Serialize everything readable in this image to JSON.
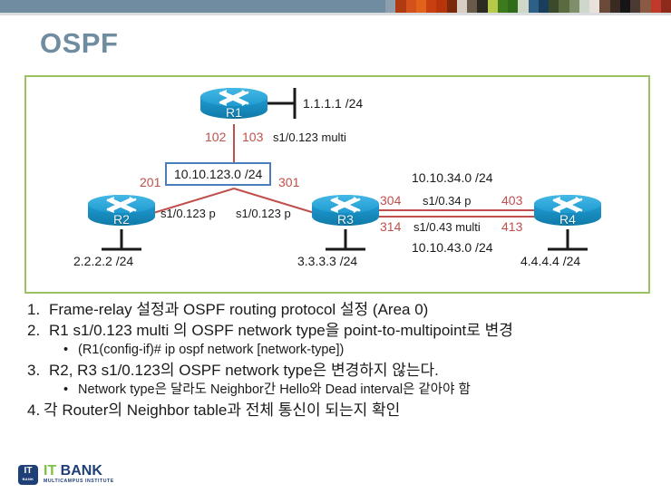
{
  "banner": {
    "bar_color": "#6f8ca1",
    "strip_colors": [
      "#8d9fae",
      "#b03a12",
      "#d3511a",
      "#e2621b",
      "#c8400f",
      "#b8350c",
      "#7a2a0a",
      "#d8cfc4",
      "#6a5a4a",
      "#2b2b22",
      "#b8c94a",
      "#3d7a1e",
      "#2f6b18",
      "#cfd8c8",
      "#2e5f86",
      "#1a3f5c",
      "#3a4a2a",
      "#5a6b42",
      "#7f8f6a",
      "#cfd6cc",
      "#e8e2da",
      "#6b4a3a",
      "#3a2a22",
      "#151515",
      "#4a3a32",
      "#8a5a42",
      "#c0392b",
      "#8e2a1c"
    ]
  },
  "title": "OSPF",
  "diagram": {
    "routers": [
      {
        "id": "r1",
        "label": "R1"
      },
      {
        "id": "r2",
        "label": "R2"
      },
      {
        "id": "r3",
        "label": "R3"
      },
      {
        "id": "r4",
        "label": "R4"
      }
    ],
    "r1_lan": "1.1.1.1 /24",
    "r1_dlci_a": "102",
    "r1_dlci_b": "103",
    "r1_interface": "s1/0.123 multi",
    "cloud_network": "10.10.123.0 /24",
    "r2_dlci": "201",
    "r2_interface": "s1/0.123 p",
    "r2_lan": "2.2.2.2 /24",
    "r3_dlci_left": "301",
    "r3_interface_left": "s1/0.123 p",
    "r3_lan": "3.3.3.3 /24",
    "link34_network": "10.10.34.0 /24",
    "r3_dlci_34": "304",
    "link34_interface": "s1/0.34 p",
    "r4_dlci_34": "403",
    "r3_dlci_43": "314",
    "link43_interface": "s1/0.43 multi",
    "r4_dlci_43": "413",
    "link43_network": "10.10.43.0 /24",
    "r4_lan": "4.4.4.4 /24"
  },
  "list": [
    {
      "num": "1.",
      "text": "Frame-relay 설정과 OSPF routing protocol 설정 (Area 0)",
      "level": "main"
    },
    {
      "num": "2.",
      "text": "R1 s1/0.123 multi 의 OSPF network type을 point-to-multipoint로 변경",
      "level": "main"
    },
    {
      "num": "•",
      "text": "(R1(config-if)# ip ospf network [network-type])",
      "level": "sub"
    },
    {
      "num": "3.",
      "text": "R2, R3 s1/0.123의 OSPF network type은 변경하지 않는다.",
      "level": "main"
    },
    {
      "num": "•",
      "text": "Network type은 달라도 Neighbor간 Hello와 Dead interval은 같아야 함",
      "level": "sub"
    },
    {
      "num": "4.",
      "text": "각 Router의 Neighbor table과 전체 통신이 되는지 확인",
      "level": "tight"
    }
  ],
  "logo": {
    "badge_top": "IT",
    "badge_bottom": "BANK",
    "name_it": "IT",
    "name_bank": "BANK",
    "tagline": "MULTICAMPUS INSTITUTE"
  }
}
